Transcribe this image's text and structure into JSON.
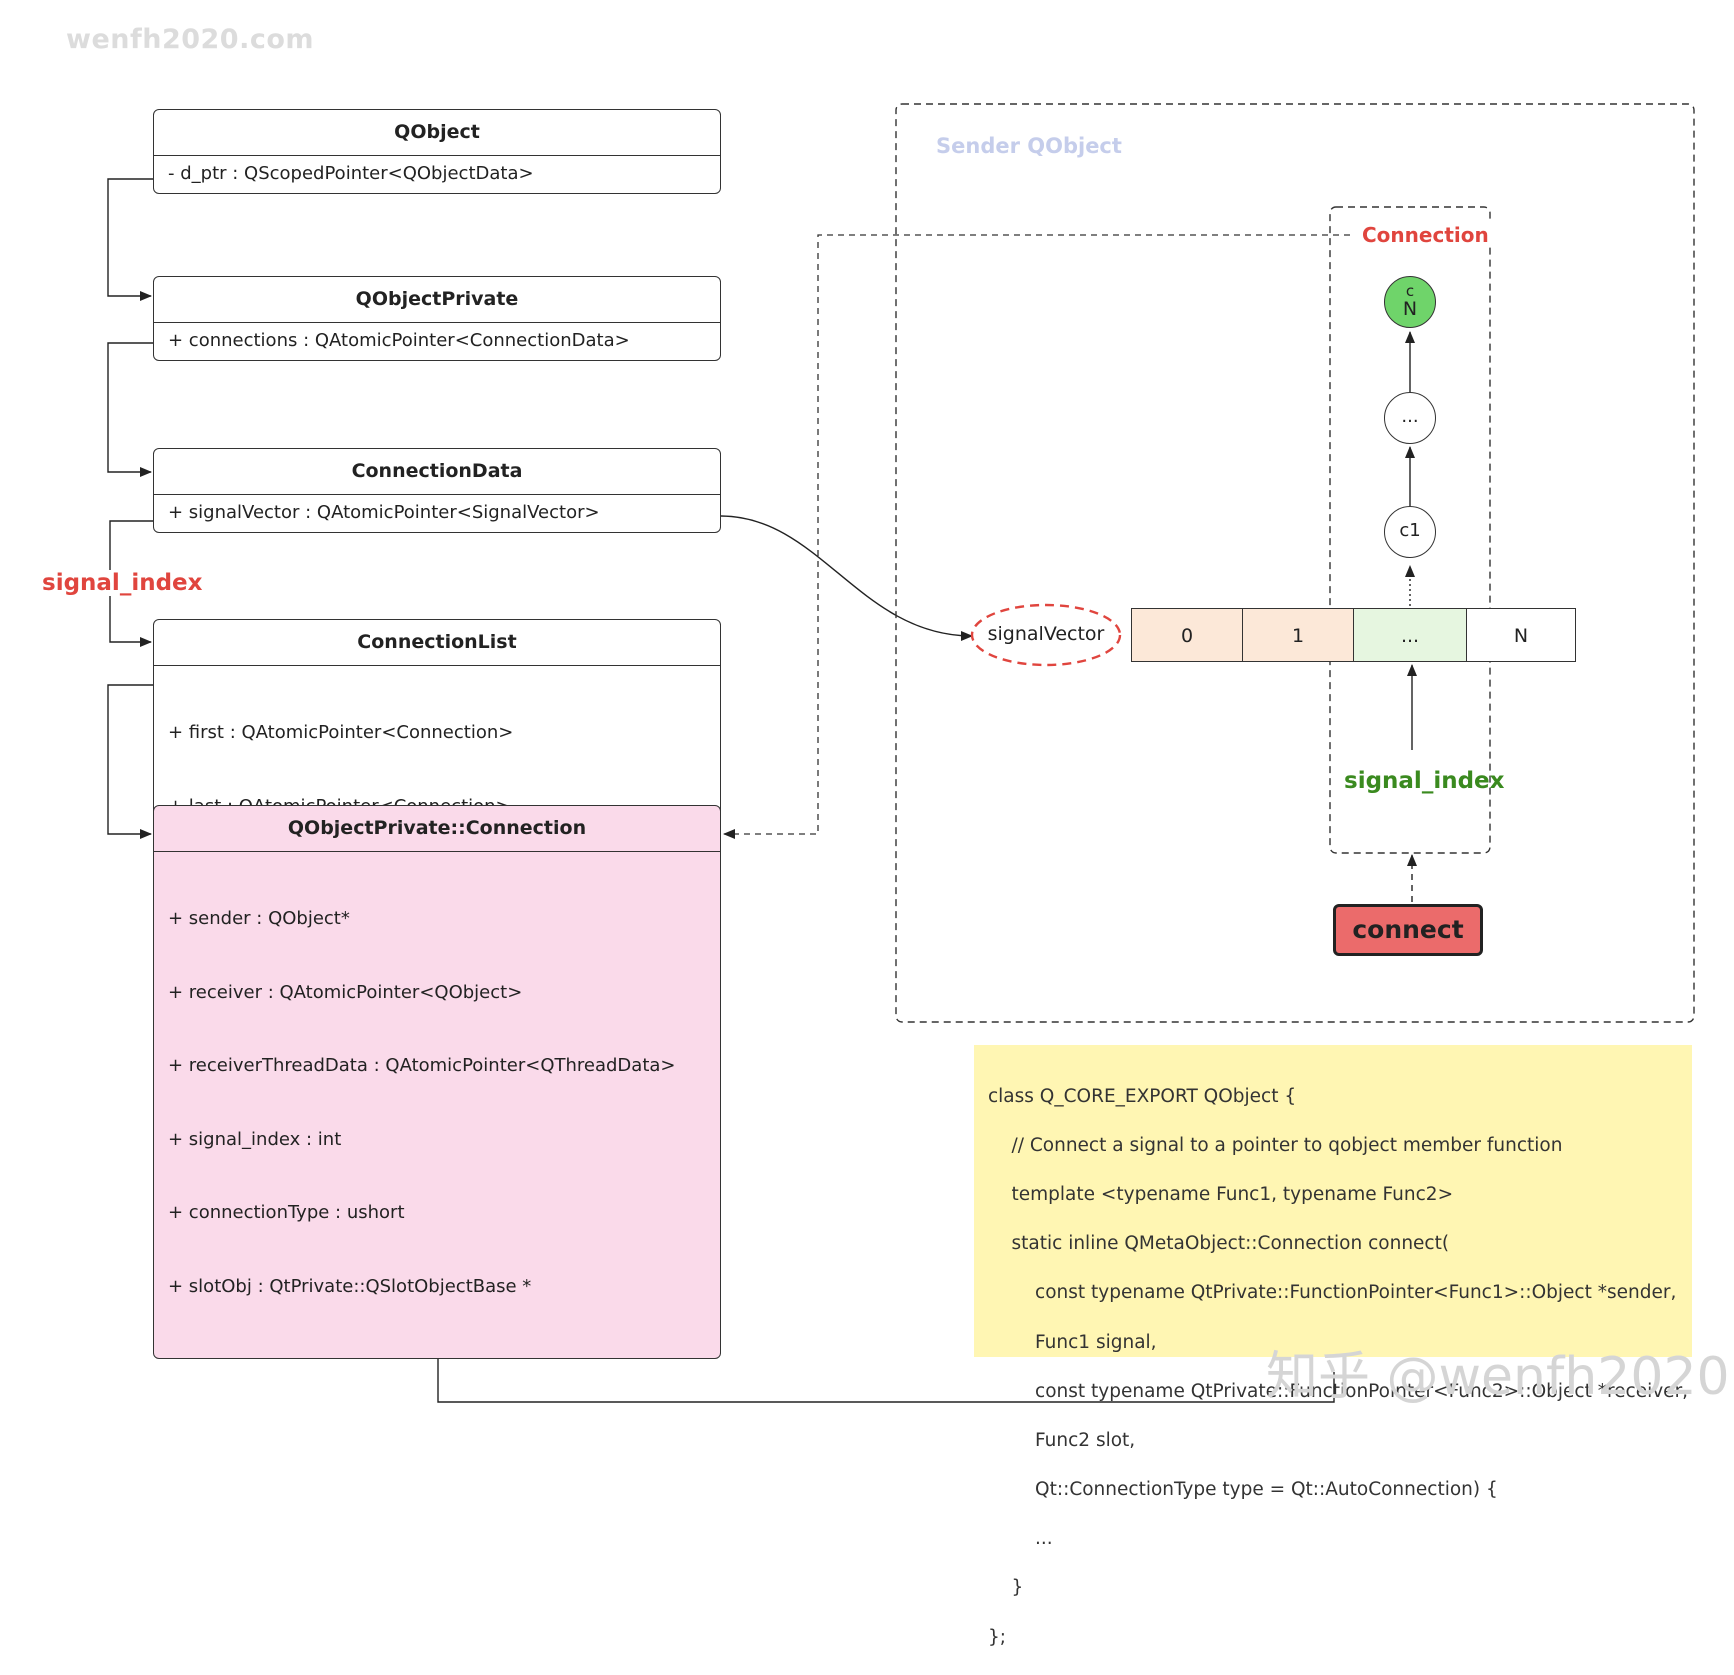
{
  "watermark_top": "wenfh2020.com",
  "watermark_bottom": "知乎 @wenfh2020",
  "classes": {
    "qobject": {
      "name": "QObject",
      "attrs": [
        "- d_ptr : QScopedPointer<QObjectData>"
      ]
    },
    "qobject_private": {
      "name": "QObjectPrivate",
      "attrs": [
        "+ connections : QAtomicPointer<ConnectionData>"
      ]
    },
    "connection_data": {
      "name": "ConnectionData",
      "attrs": [
        "+ signalVector : QAtomicPointer<SignalVector>"
      ]
    },
    "connection_list": {
      "name": "ConnectionList",
      "attrs": [
        "+ first : QAtomicPointer<Connection>",
        "+ last : QAtomicPointer<Connection>"
      ]
    },
    "connection": {
      "name": "QObjectPrivate::Connection",
      "attrs": [
        "+ sender : QObject*",
        "+ receiver : QAtomicPointer<QObject>",
        "+ receiverThreadData : QAtomicPointer<QThreadData>",
        "+ signal_index : int",
        "+ connectionType : ushort",
        "+ slotObj : QtPrivate::QSlotObjectBase *"
      ]
    }
  },
  "left_label": "signal_index",
  "sender": {
    "title": "Sender QObject",
    "connection_title": "Connection",
    "signal_vector_label": "signalVector",
    "cells": [
      "0",
      "1",
      "...",
      "N"
    ],
    "nodes": {
      "top": {
        "upper": "c",
        "lower": "N"
      },
      "middle": "...",
      "bottom": "c1"
    },
    "signal_index_label": "signal_index",
    "connect_button": "connect"
  },
  "colors": {
    "cell_orange": "#fce8d8",
    "cell_green": "#e6f6e0",
    "node_green": "#6fd46a",
    "pink": "#fadaea",
    "note": "#fff6b3"
  },
  "code_note": [
    "class Q_CORE_EXPORT QObject {",
    "    // Connect a signal to a pointer to qobject member function",
    "    template <typename Func1, typename Func2>",
    "    static inline QMetaObject::Connection connect(",
    "        const typename QtPrivate::FunctionPointer<Func1>::Object *sender,",
    "        Func1 signal,",
    "        const typename QtPrivate::FunctionPointer<Func2>::Object *receiver,",
    "        Func2 slot,",
    "        Qt::ConnectionType type = Qt::AutoConnection) {",
    "        ...",
    "    }",
    "};"
  ]
}
